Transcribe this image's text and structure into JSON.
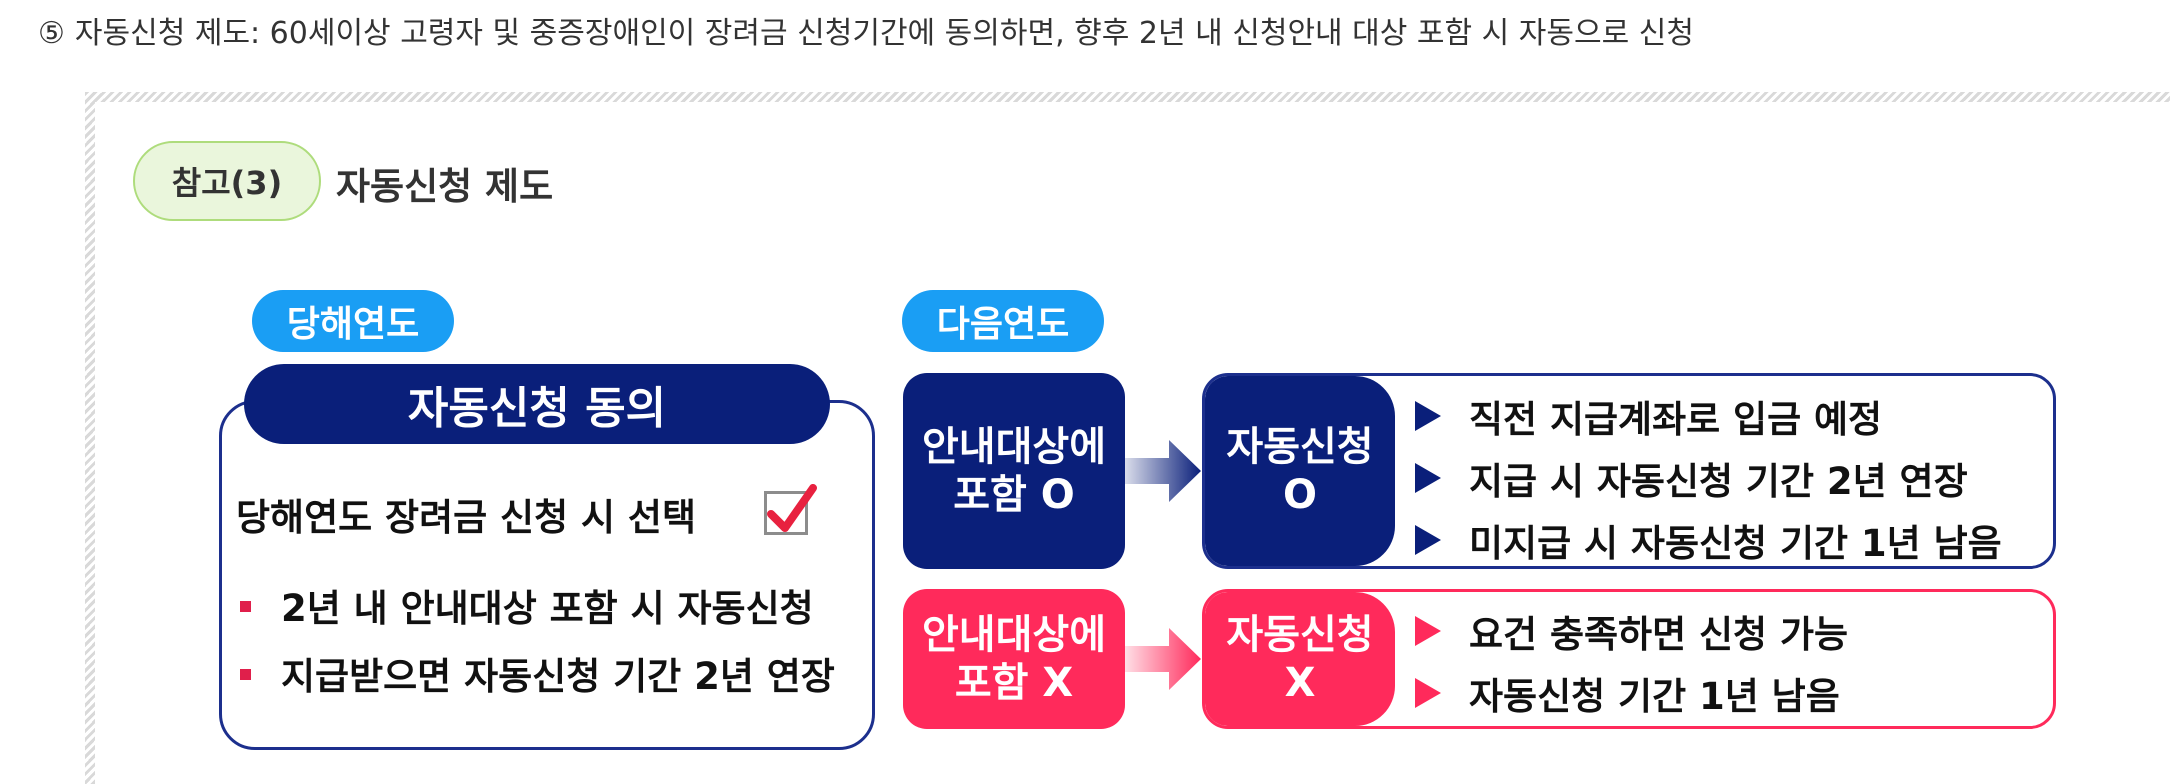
{
  "intro": {
    "number": "⑤",
    "text": "자동신청 제도: 60세이상 고령자 및 중증장애인이 장려금 신청기간에 동의하면, 향후 2년 내 신청안내 대상 포함 시 자동으로 신청"
  },
  "reference": {
    "badge": "참고(3)",
    "title": "자동신청 제도"
  },
  "current_year": {
    "label": "당해연도",
    "header": "자동신청 동의",
    "select_text": "당해연도 장려금 신청 시 선택",
    "bullets": [
      "2년 내 안내대상 포함 시 자동신청",
      "지급받으면 자동신청 기간 2년 연장"
    ]
  },
  "next_year": {
    "label": "다음연도",
    "included": {
      "condition": [
        "안내대상에",
        "포함 O"
      ],
      "result": [
        "자동신청",
        "O"
      ],
      "items": [
        "직전 지급계좌로 입금 예정",
        "지급 시 자동신청 기간 2년 연장",
        "미지급 시 자동신청 기간 1년 남음"
      ]
    },
    "excluded": {
      "condition": [
        "안내대상에",
        "포함 X"
      ],
      "result": [
        "자동신청",
        "X"
      ],
      "items": [
        "요건 충족하면 신청 가능",
        "자동신청 기간 1년 남음"
      ]
    }
  },
  "colors": {
    "navy": "#0a1f7a",
    "pink": "#ff2a5b",
    "sky": "#1a9ef4",
    "green": "#aedc7c"
  }
}
